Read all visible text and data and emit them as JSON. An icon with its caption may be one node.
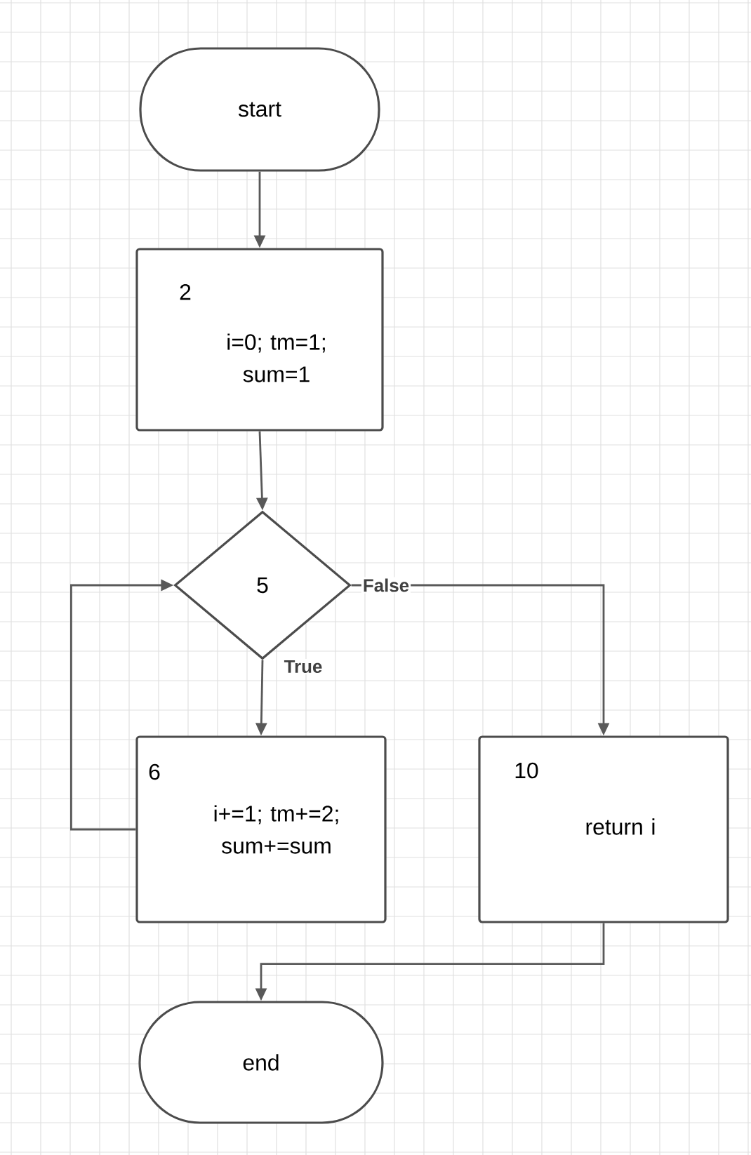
{
  "diagram": {
    "nodes": [
      {
        "text": [
          "start"
        ]
      },
      {
        "text": [
          "2",
          "i=0; tm=1; sum=1"
        ]
      },
      {
        "text": [
          "5"
        ]
      },
      {
        "text": [
          "6",
          "i+=1; tm+=2; sum+=sum"
        ]
      },
      {
        "text": [
          "10",
          "return i"
        ]
      },
      {
        "text": [
          "end"
        ]
      }
    ],
    "edges": [
      {
        "from": 0,
        "to": 1,
        "arrow": "to"
      },
      {
        "from": 1,
        "to": 2,
        "arrow": "to"
      },
      {
        "from": 2,
        "to": 3,
        "arrow": "to",
        "label": "True"
      },
      {
        "from": 2,
        "to": 4,
        "arrow": "to",
        "label": "False"
      },
      {
        "from": 3,
        "to": 2,
        "arrow": "to"
      },
      {
        "from": 4,
        "to": 5,
        "arrow": "to"
      }
    ]
  }
}
